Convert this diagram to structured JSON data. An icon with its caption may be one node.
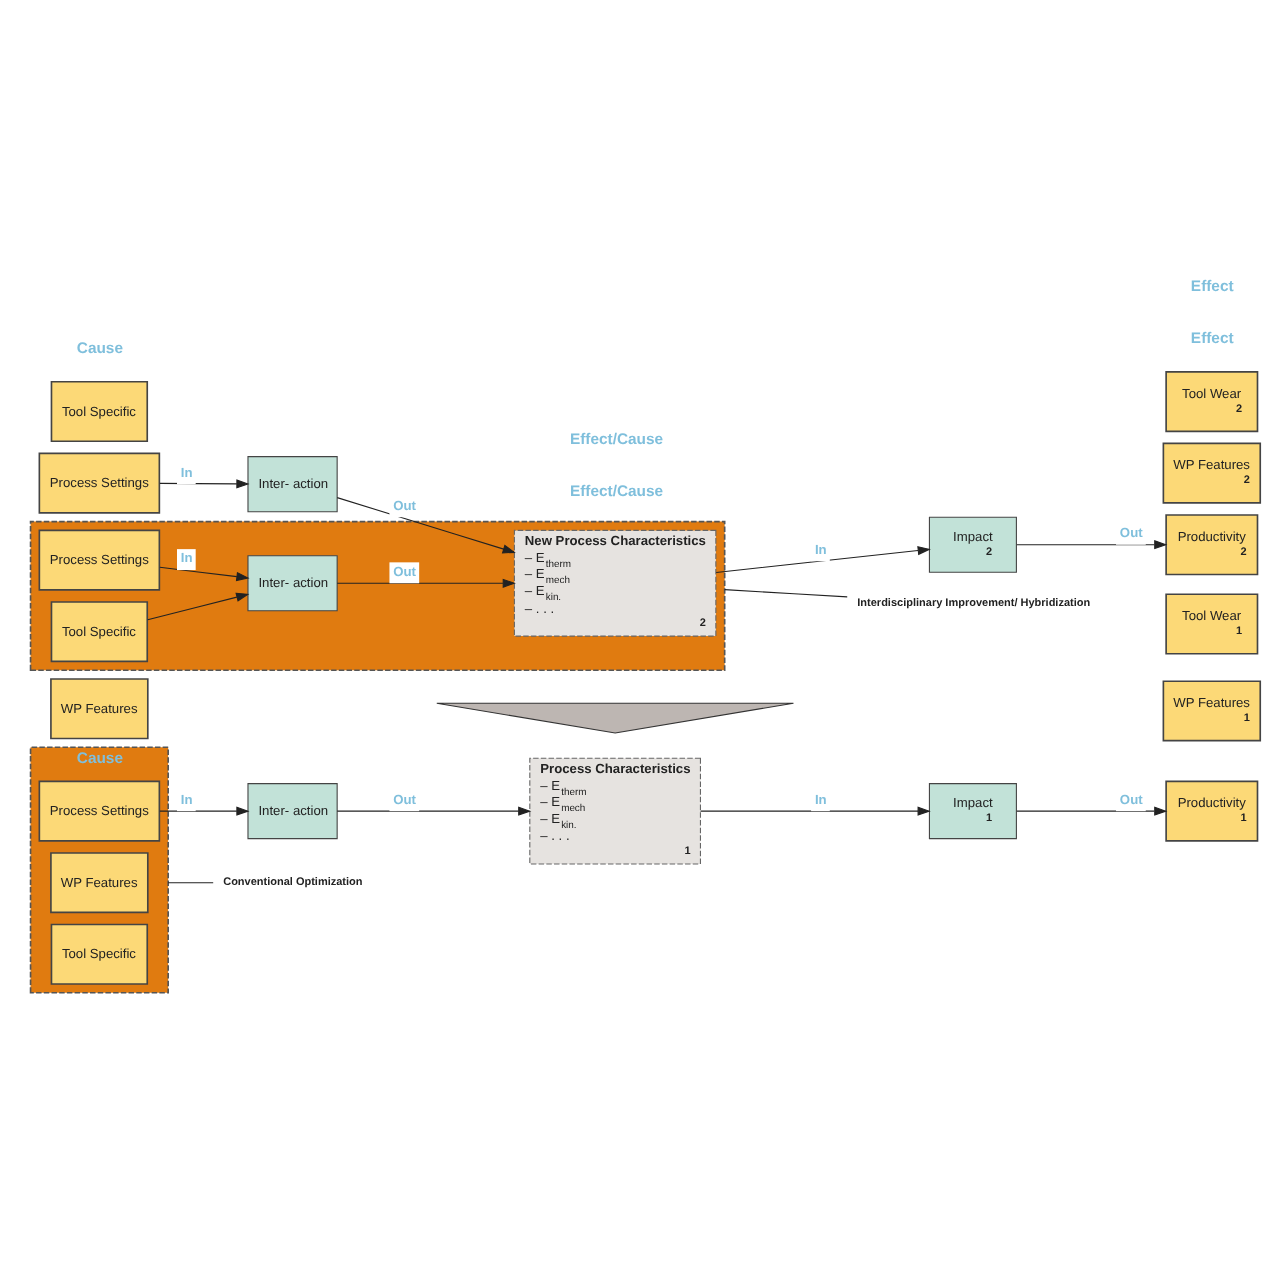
{
  "diagram": {
    "nodes": [
      {
        "text": [
          "Cause"
        ]
      },
      {
        "text": [
          "WP Features"
        ],
        "in": 0
      },
      {
        "text": [
          "Process Settings"
        ],
        "in": 0
      },
      {
        "text": [
          "Tool Specific"
        ],
        "in": 0
      },
      {
        "text": [
          "Inter- action"
        ]
      },
      {
        "text": [
          "Process Characteristics",
          "– E$_{therm}$",
          "– E$_{mech}$",
          "– E$_{kin.}$",
          "– . . .",
          "1"
        ]
      },
      {
        "text": [
          "Impact",
          "1"
        ]
      },
      {
        "text": [
          "WP Features",
          "1"
        ]
      },
      {
        "text": [
          "Productivity",
          "1"
        ]
      },
      {
        "text": [
          "Tool Wear",
          "1"
        ]
      },
      {
        "text": [
          "Conventional Optimization"
        ]
      },
      {
        "text": [],
        "shape": "triangle"
      },
      {
        "text": [
          "WP Features"
        ]
      },
      {
        "text": [
          "Process Settings"
        ]
      },
      {
        "text": [
          "Tool Specific"
        ]
      },
      {
        "text": [
          "Inter- action"
        ]
      },
      {
        "text": [],
        "shape": "box"
      },
      {
        "text": [
          "New Process Characteristics",
          "– E$_{therm}$",
          "– E$_{mech}$",
          "– E$_{kin.}$",
          "– . . .",
          "2"
        ],
        "in": 16
      },
      {
        "text": [
          "Impact",
          "2"
        ]
      },
      {
        "text": [
          "WP Features",
          "2"
        ]
      },
      {
        "text": [
          "Productivity",
          "2"
        ]
      },
      {
        "text": [
          "Tool Wear",
          "2"
        ]
      },
      {
        "text": [
          "Process Settings"
        ],
        "in": 16
      },
      {
        "text": [
          "Tool Specific"
        ],
        "in": 16
      },
      {
        "text": [
          "Inter- action"
        ],
        "in": 16
      },
      {
        "text": [
          "Interdisciplinary Improvement/ Hybridization"
        ]
      }
    ],
    "edges": [
      {
        "from": 2,
        "to": 4,
        "arrow": "to",
        "label": "In"
      },
      {
        "from": 4,
        "to": 5,
        "arrow": "to",
        "label": "Out"
      },
      {
        "from": 5,
        "to": 6,
        "arrow": "to",
        "label": "In"
      },
      {
        "from": 6,
        "to": 8,
        "arrow": "to",
        "label": "Out"
      },
      {
        "from": 10,
        "to": 0,
        "arrow": "none"
      },
      {
        "from": 13,
        "to": 15,
        "arrow": "to",
        "label": "In"
      },
      {
        "from": 15,
        "to": 17,
        "arrow": "to",
        "label": "Out"
      },
      {
        "from": 17,
        "to": 18,
        "arrow": "to",
        "label": "In"
      },
      {
        "from": 18,
        "to": 20,
        "arrow": "to",
        "label": "Out"
      },
      {
        "from": 22,
        "to": 24,
        "arrow": "to",
        "label": "In"
      },
      {
        "from": 23,
        "to": 24,
        "arrow": "to"
      },
      {
        "from": 24,
        "to": 17,
        "arrow": "to",
        "label": "Out"
      },
      {
        "from": 25,
        "to": 16,
        "arrow": "none"
      }
    ],
    "labels": [
      "Effect/Cause",
      "Effect",
      "Cause",
      "Effect/Cause",
      "Effect"
    ]
  }
}
